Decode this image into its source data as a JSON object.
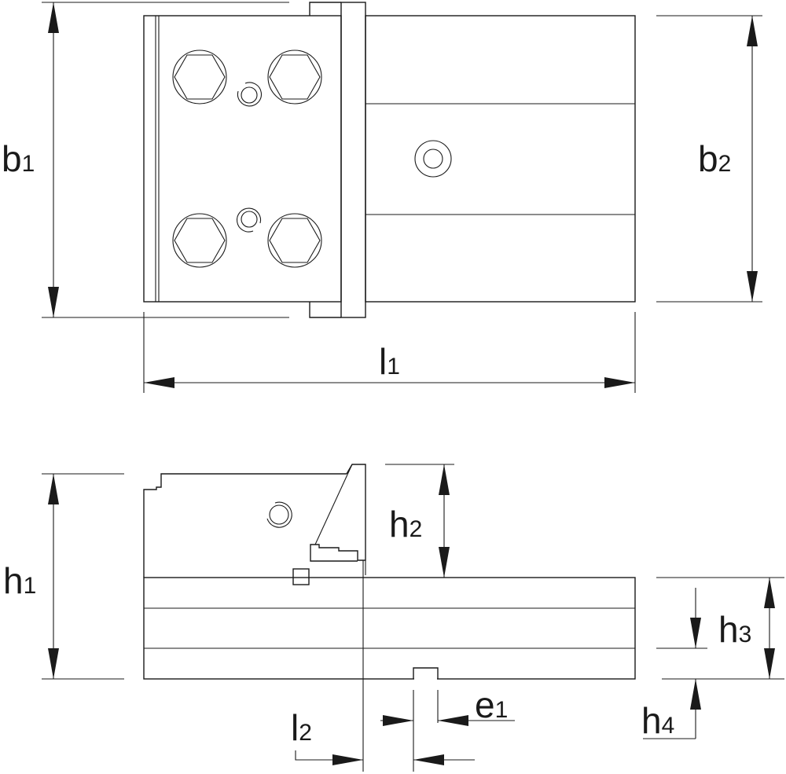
{
  "dimension_labels": {
    "b1": {
      "letter": "b",
      "subscript": "1"
    },
    "b2": {
      "letter": "b",
      "subscript": "2"
    },
    "l1": {
      "letter": "l",
      "subscript": "1"
    },
    "h1": {
      "letter": "h",
      "subscript": "1"
    },
    "h2": {
      "letter": "h",
      "subscript": "2"
    },
    "h3": {
      "letter": "h",
      "subscript": "3"
    },
    "h4": {
      "letter": "h",
      "subscript": "4"
    },
    "l2": {
      "letter": "l",
      "subscript": "2"
    },
    "e1": {
      "letter": "e",
      "subscript": "1"
    }
  },
  "colors": {
    "line": "#1a1a1a",
    "background": "#ffffff"
  },
  "views": [
    "top-view",
    "side-view"
  ]
}
